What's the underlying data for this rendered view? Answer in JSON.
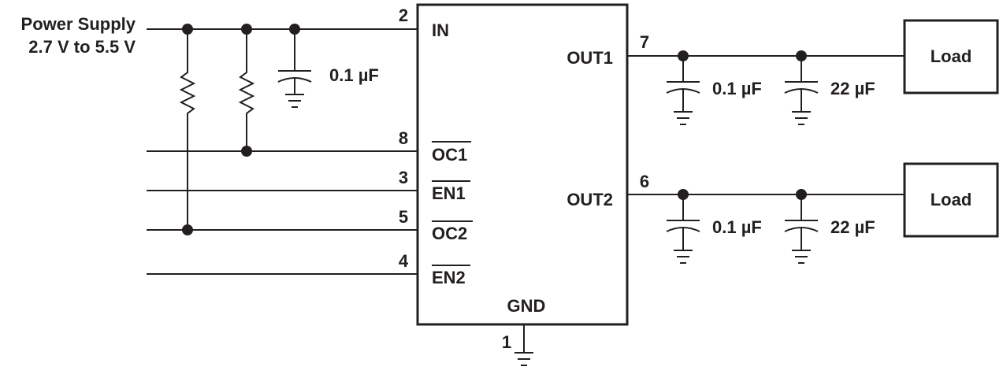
{
  "supply": {
    "line1": "Power Supply",
    "line2": "2.7 V to 5.5 V"
  },
  "ic": {
    "pins": {
      "in": {
        "number": "2",
        "name": "IN"
      },
      "oc1": {
        "number": "8",
        "name": "OC1",
        "overbar": true
      },
      "en1": {
        "number": "3",
        "name": "EN1",
        "overbar": true
      },
      "oc2": {
        "number": "5",
        "name": "OC2",
        "overbar": true
      },
      "en2": {
        "number": "4",
        "name": "EN2",
        "overbar": true
      },
      "out1": {
        "number": "7",
        "name": "OUT1"
      },
      "out2": {
        "number": "6",
        "name": "OUT2"
      },
      "gnd": {
        "number": "1",
        "name": "GND"
      }
    }
  },
  "components": {
    "input_cap": "0.1 µF",
    "out1_cap_small": "0.1 µF",
    "out1_cap_bulk": "22 µF",
    "out2_cap_small": "0.1 µF",
    "out2_cap_bulk": "22 µF",
    "load1": "Load",
    "load2": "Load"
  },
  "colors": {
    "ink": "#231f20",
    "background": "#ffffff"
  }
}
